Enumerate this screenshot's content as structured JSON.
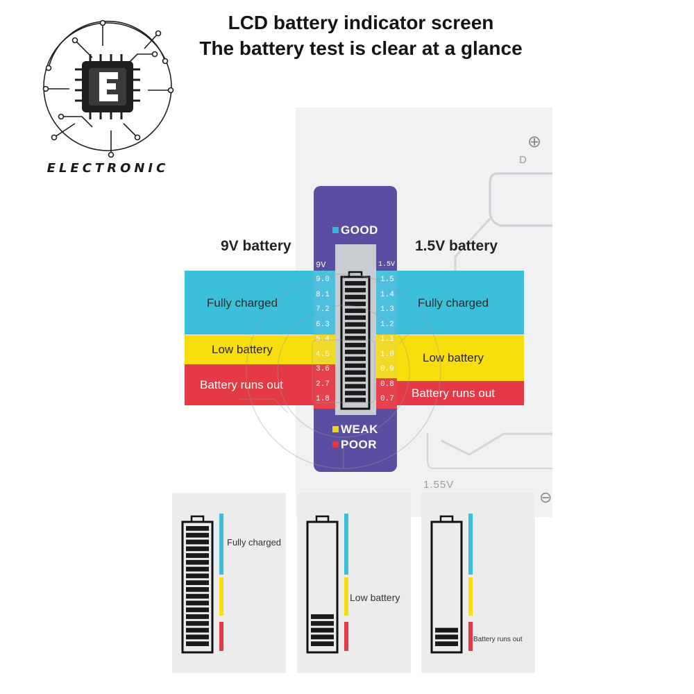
{
  "headline": {
    "line1": "LCD battery indicator screen",
    "line2": "The battery test is clear at a glance"
  },
  "logo": {
    "text": "ELECTRONIC",
    "letter": "E"
  },
  "columns": {
    "left": "9V battery",
    "right": "1.5V battery"
  },
  "bands": {
    "left": [
      "Fully charged",
      "Low battery",
      "Battery runs out"
    ],
    "right": [
      "Fully charged",
      "Low battery",
      "Battery runs out"
    ]
  },
  "indicator": {
    "good_label": "GOOD",
    "weak_label": "WEAK",
    "poor_label": "POOR",
    "left_unit": "9V",
    "right_unit": "1.5V",
    "left_scale": [
      "9.0",
      "8.1",
      "7.2",
      "6.3",
      "5.4",
      "4.5",
      "3.6",
      "2.7",
      "1.8"
    ],
    "right_scale": [
      "1.5",
      "1.4",
      "1.3",
      "1.2",
      "1.1",
      "1.0",
      "0.9",
      "0.8",
      "0.7"
    ]
  },
  "device": {
    "plus": "⊕",
    "minus": "⊖",
    "d_label": "D",
    "voltage_label": "1.55V"
  },
  "cards": [
    {
      "label": "Fully charged",
      "bars": 18
    },
    {
      "label": "Low battery",
      "bars": 5
    },
    {
      "label": "Battery runs out",
      "bars": 3
    }
  ],
  "colors": {
    "good": "#3cbfda",
    "weak": "#f7de0c",
    "poor": "#e33a45",
    "lcd": "#5a4ea0",
    "good_square": "#35b6e0",
    "weak_square": "#e8d42a",
    "poor_square": "#e3343f"
  }
}
